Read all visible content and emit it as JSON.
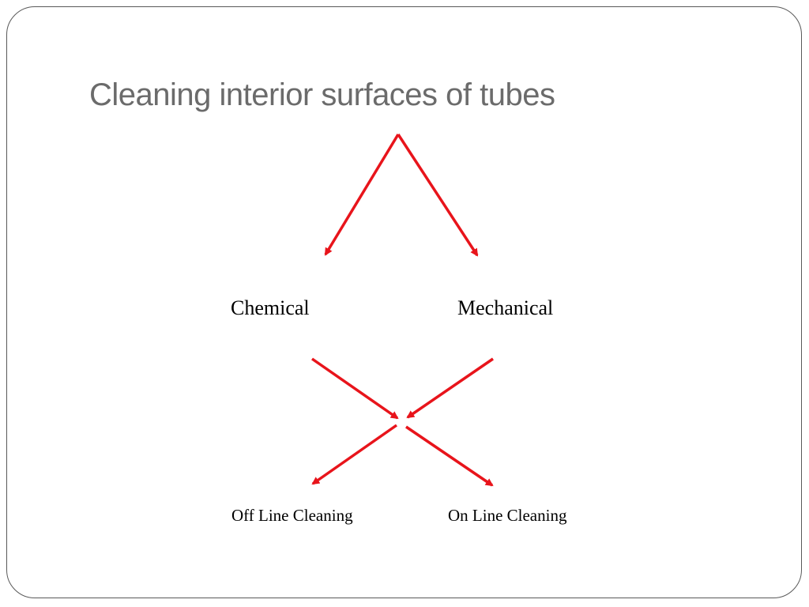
{
  "slide": {
    "title": "Cleaning interior surfaces of tubes"
  },
  "diagram": {
    "arrow_color": "#e8141b",
    "level1": {
      "left": "Chemical",
      "right": "Mechanical"
    },
    "level2": {
      "left": "Off Line Cleaning",
      "right": "On Line Cleaning"
    }
  }
}
